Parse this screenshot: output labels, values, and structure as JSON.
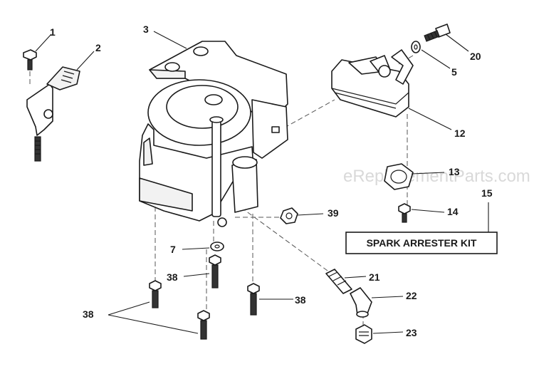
{
  "watermark": "eReplacementParts.com",
  "kit_label": "SPARK ARRESTER KIT",
  "callouts": {
    "c1": "1",
    "c2": "2",
    "c3": "3",
    "c5": "5",
    "c7": "7",
    "c12": "12",
    "c13": "13",
    "c14": "14",
    "c15": "15",
    "c20": "20",
    "c21": "21",
    "c22": "22",
    "c23": "23",
    "c38a": "38",
    "c38b": "38",
    "c38c": "38",
    "c39": "39"
  }
}
